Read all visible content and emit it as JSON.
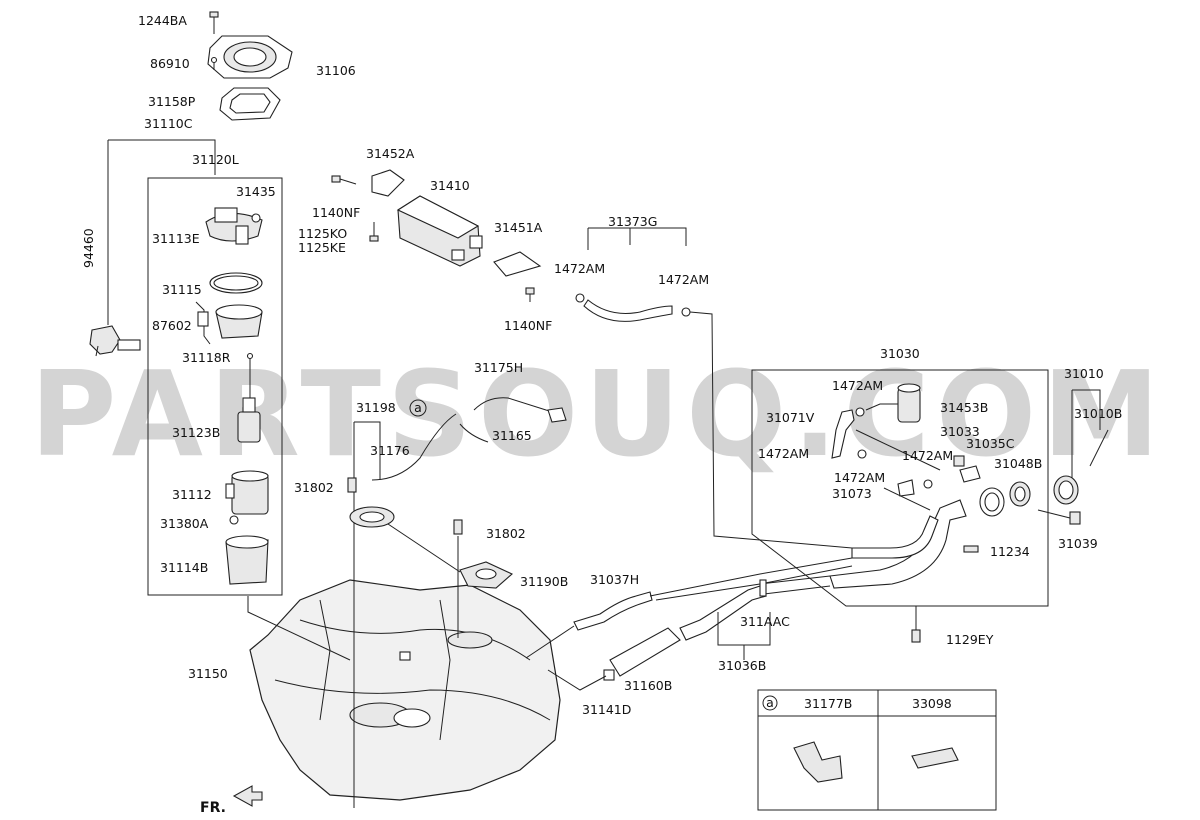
{
  "watermark": "PARTSOUQ.COM",
  "front_marker": "FR.",
  "callout_symbol": "a",
  "inset": {
    "symbol": "a",
    "col1": "31177B",
    "col2": "33098"
  },
  "labels": {
    "p1244BA": "1244BA",
    "p86910": "86910",
    "p31106": "31106",
    "p31158P": "31158P",
    "p31110C": "31110C",
    "p31120L": "31120L",
    "p31435": "31435",
    "p31113E": "31113E",
    "p31115": "31115",
    "p87602": "87602",
    "p31118R": "31118R",
    "p31123B": "31123B",
    "p31112": "31112",
    "p31380A": "31380A",
    "p31114B": "31114B",
    "p94460": "94460",
    "p31452A": "31452A",
    "p1140NF_a": "1140NF",
    "p31410": "31410",
    "p1125KO": "1125KO",
    "p1125KE": "1125KE",
    "p31451A": "31451A",
    "p1140NF_b": "1140NF",
    "p31373G": "31373G",
    "p1472AM_a": "1472AM",
    "p1472AM_b": "1472AM",
    "p31175H": "31175H",
    "p31198": "31198",
    "p31176": "31176",
    "p31165": "31165",
    "p31802_a": "31802",
    "p31802_b": "31802",
    "p31190B": "31190B",
    "p31037H": "31037H",
    "p311AAC": "311AAC",
    "p31036B": "31036B",
    "p31160B": "31160B",
    "p31141D": "31141D",
    "p31150": "31150",
    "p31030": "31030",
    "p1472AM_c": "1472AM",
    "p31071V": "31071V",
    "p31453B": "31453B",
    "p1472AM_d": "1472AM",
    "p31033": "31033",
    "p31035C": "31035C",
    "p1472AM_e": "1472AM",
    "p1472AM_f": "1472AM",
    "p31048B": "31048B",
    "p31073": "31073",
    "p31010": "31010",
    "p31010B": "31010B",
    "p31039": "31039",
    "p11234": "11234",
    "p1129EY": "1129EY"
  }
}
